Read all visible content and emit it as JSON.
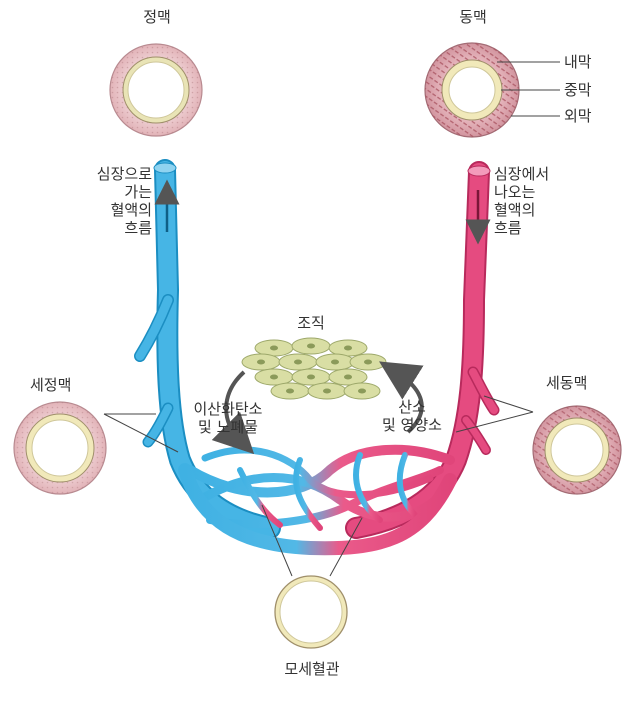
{
  "labels": {
    "vein": "정맥",
    "artery": "동맥",
    "intima": "내막",
    "media": "중막",
    "adventitia": "외막",
    "to_heart": [
      "심장으로",
      "가는",
      "혈액의",
      "흐름"
    ],
    "from_heart": [
      "심장에서",
      "나오는",
      "혈액의",
      "흐름"
    ],
    "tissue": "조직",
    "venule": "세정맥",
    "arteriole": "세동맥",
    "co2_waste": [
      "이산화탄소",
      "및 노폐물"
    ],
    "oxygen_nutrients": [
      "산소",
      "및 영양소"
    ],
    "capillary": "모세혈관"
  },
  "colors": {
    "vein_blue": "#3fb1e3",
    "artery_red": "#e0457a",
    "wall_pink": "#e9c3c7",
    "lumen_cream": "#f7f3d2",
    "tissue_cell": "#d9dea4",
    "text": "#333333"
  }
}
